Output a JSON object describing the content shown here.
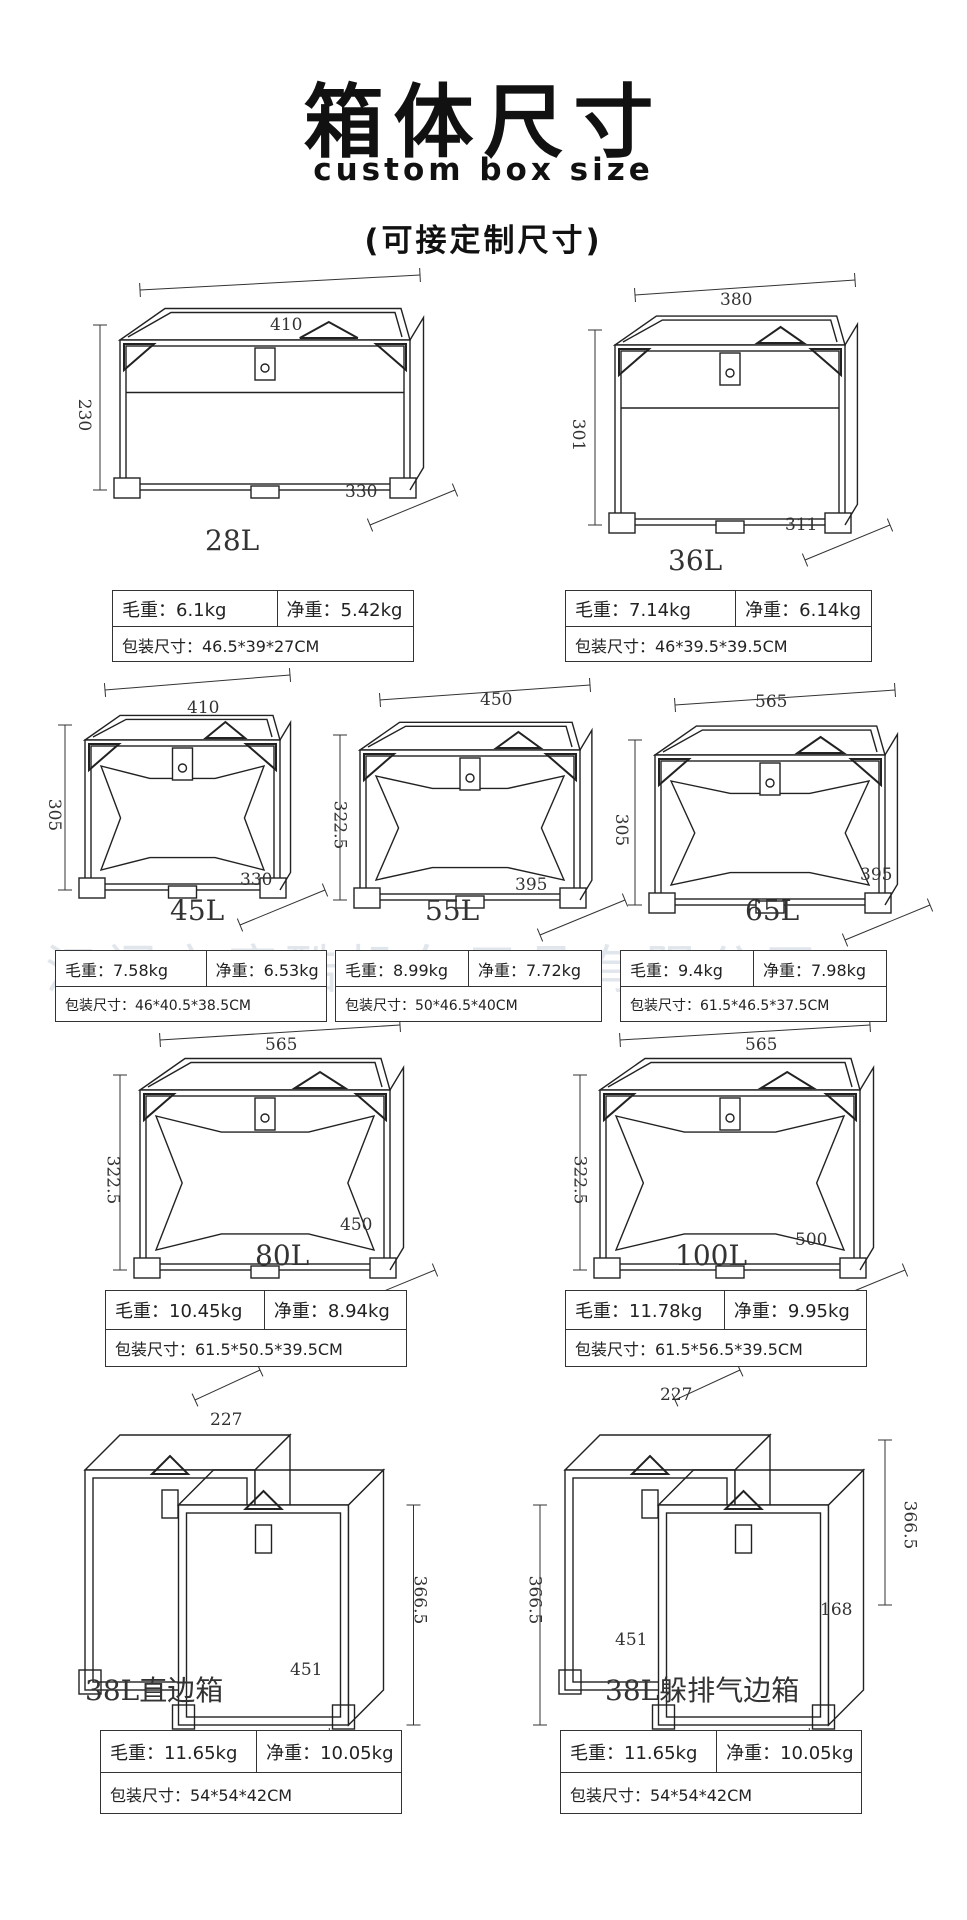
{
  "header": {
    "title": "箱体尺寸",
    "subtitle": "custom box size",
    "note": "(可接定制尺寸)"
  },
  "watermark": "江门市唐酷机车用品有限公司",
  "products": [
    {
      "capacity": "28L",
      "width": "410",
      "height": "230",
      "depth": "330",
      "gross_weight": "毛重：6.1kg",
      "net_weight": "净重：5.42kg",
      "package_size": "包装尺寸：46.5*39*27CM"
    },
    {
      "capacity": "36L",
      "width": "380",
      "height": "301",
      "depth": "311",
      "gross_weight": "毛重：7.14kg",
      "net_weight": "净重：6.14kg",
      "package_size": "包装尺寸：46*39.5*39.5CM"
    },
    {
      "capacity": "45L",
      "width": "410",
      "height": "305",
      "depth": "330",
      "gross_weight": "毛重：7.58kg",
      "net_weight": "净重：6.53kg",
      "package_size": "包装尺寸：46*40.5*38.5CM"
    },
    {
      "capacity": "55L",
      "width": "450",
      "height": "322.5",
      "depth": "395",
      "gross_weight": "毛重：8.99kg",
      "net_weight": "净重：7.72kg",
      "package_size": "包装尺寸：50*46.5*40CM"
    },
    {
      "capacity": "65L",
      "width": "565",
      "height": "305",
      "depth": "395",
      "gross_weight": "毛重：9.4kg",
      "net_weight": "净重：7.98kg",
      "package_size": "包装尺寸：61.5*46.5*37.5CM"
    },
    {
      "capacity": "80L",
      "width": "565",
      "height": "322.5",
      "depth": "450",
      "gross_weight": "毛重：10.45kg",
      "net_weight": "净重：8.94kg",
      "package_size": "包装尺寸：61.5*50.5*39.5CM"
    },
    {
      "capacity": "100L",
      "width": "565",
      "height": "322.5",
      "depth": "500",
      "gross_weight": "毛重：11.78kg",
      "net_weight": "净重：9.95kg",
      "package_size": "包装尺寸：61.5*56.5*39.5CM"
    },
    {
      "capacity": "38L直边箱",
      "width": "227",
      "height": "366.5",
      "depth": "451",
      "gross_weight": "毛重：11.65kg",
      "net_weight": "净重：10.05kg",
      "package_size": "包装尺寸：54*54*42CM"
    },
    {
      "capacity": "38L躲排气边箱",
      "width": "227",
      "height": "366.5",
      "height2": "366.5",
      "depth": "451",
      "depth2": "168",
      "gross_weight": "毛重：11.65kg",
      "net_weight": "净重：10.05kg",
      "package_size": "包装尺寸：54*54*42CM"
    }
  ]
}
